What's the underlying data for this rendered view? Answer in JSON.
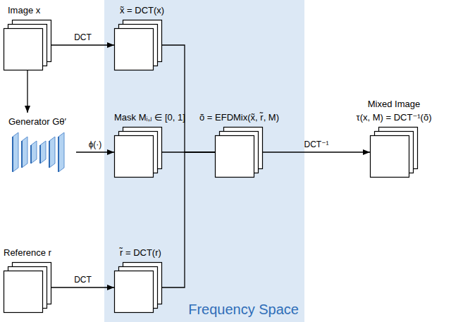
{
  "diagram": {
    "nodes": [
      {
        "text": [
          "Image x"
        ]
      },
      {
        "text": [
          "Frequency Space"
        ]
      },
      {
        "text": [
          "x̃ = DCT(x)"
        ],
        "in": 1
      },
      {
        "text": [
          "Generator Gθ′"
        ]
      },
      {
        "text": [
          "Mask Mᵢ,ⱼ ∈ [0, 1]"
        ],
        "in": 1
      },
      {
        "text": [
          "Reference r"
        ]
      },
      {
        "text": [
          "r̃ = DCT(r)"
        ],
        "in": 1
      },
      {
        "text": [
          "õ = EFDMix(x̃, r̃, M)"
        ],
        "in": 1
      },
      {
        "text": [
          "Mixed Image",
          "τ(x, M) = DCT⁻¹(õ)"
        ]
      }
    ],
    "edges": [
      {
        "from": 0,
        "to": 2,
        "label": "DCT",
        "arrow": "to"
      },
      {
        "from": 0,
        "to": 3,
        "arrow": "to"
      },
      {
        "from": 3,
        "to": 4,
        "label": "ϕ(·)",
        "arrow": "to"
      },
      {
        "from": 5,
        "to": 6,
        "label": "DCT",
        "arrow": "to"
      },
      {
        "from": 2,
        "to": 7,
        "arrow": "none"
      },
      {
        "from": 4,
        "to": 7,
        "arrow": "none"
      },
      {
        "from": 6,
        "to": 7,
        "arrow": "none"
      },
      {
        "from": 7,
        "to": 8,
        "label": "DCT⁻¹",
        "arrow": "to"
      }
    ]
  }
}
